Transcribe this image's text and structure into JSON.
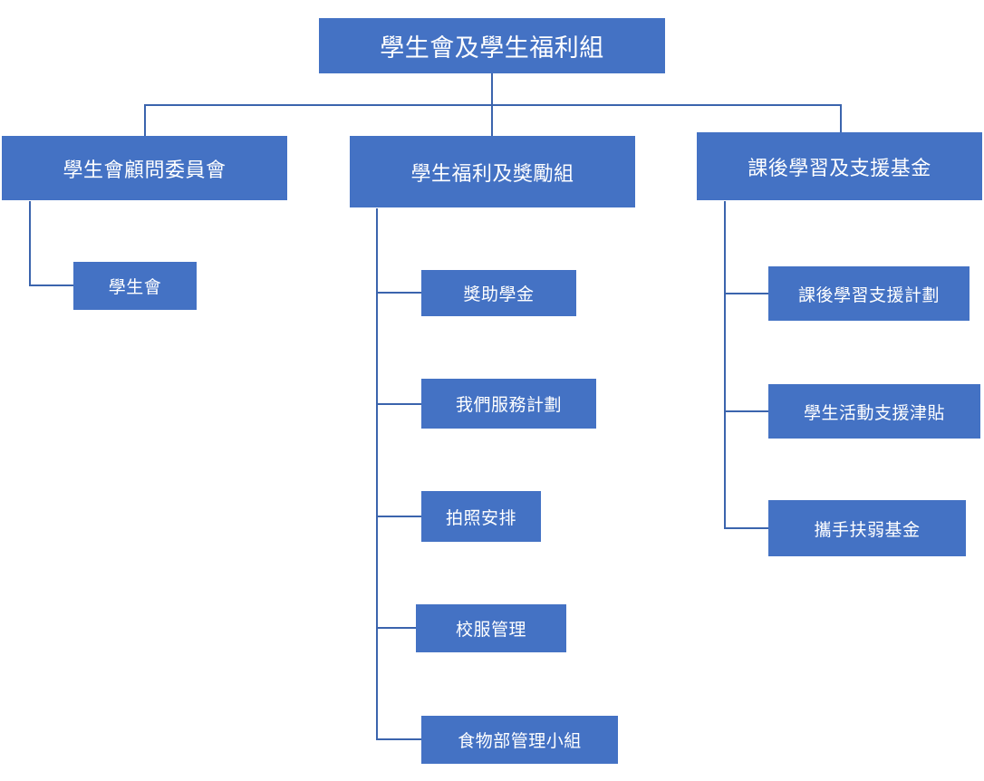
{
  "root": {
    "label": "學生會及學生福利組"
  },
  "branches": [
    {
      "label": "學生會顧問委員會",
      "children": [
        "學生會"
      ]
    },
    {
      "label": "學生福利及獎勵組",
      "children": [
        "獎助學金",
        "我們服務計劃",
        "拍照安排",
        "校服管理",
        "食物部管理小組"
      ]
    },
    {
      "label": "課後學習及支援基金",
      "children": [
        "課後學習支援計劃",
        "學生活動支援津貼",
        "攜手扶弱基金"
      ]
    }
  ],
  "colors": {
    "box_fill": "#4472c4",
    "box_text": "#ffffff",
    "connector": "#3b64ad"
  }
}
